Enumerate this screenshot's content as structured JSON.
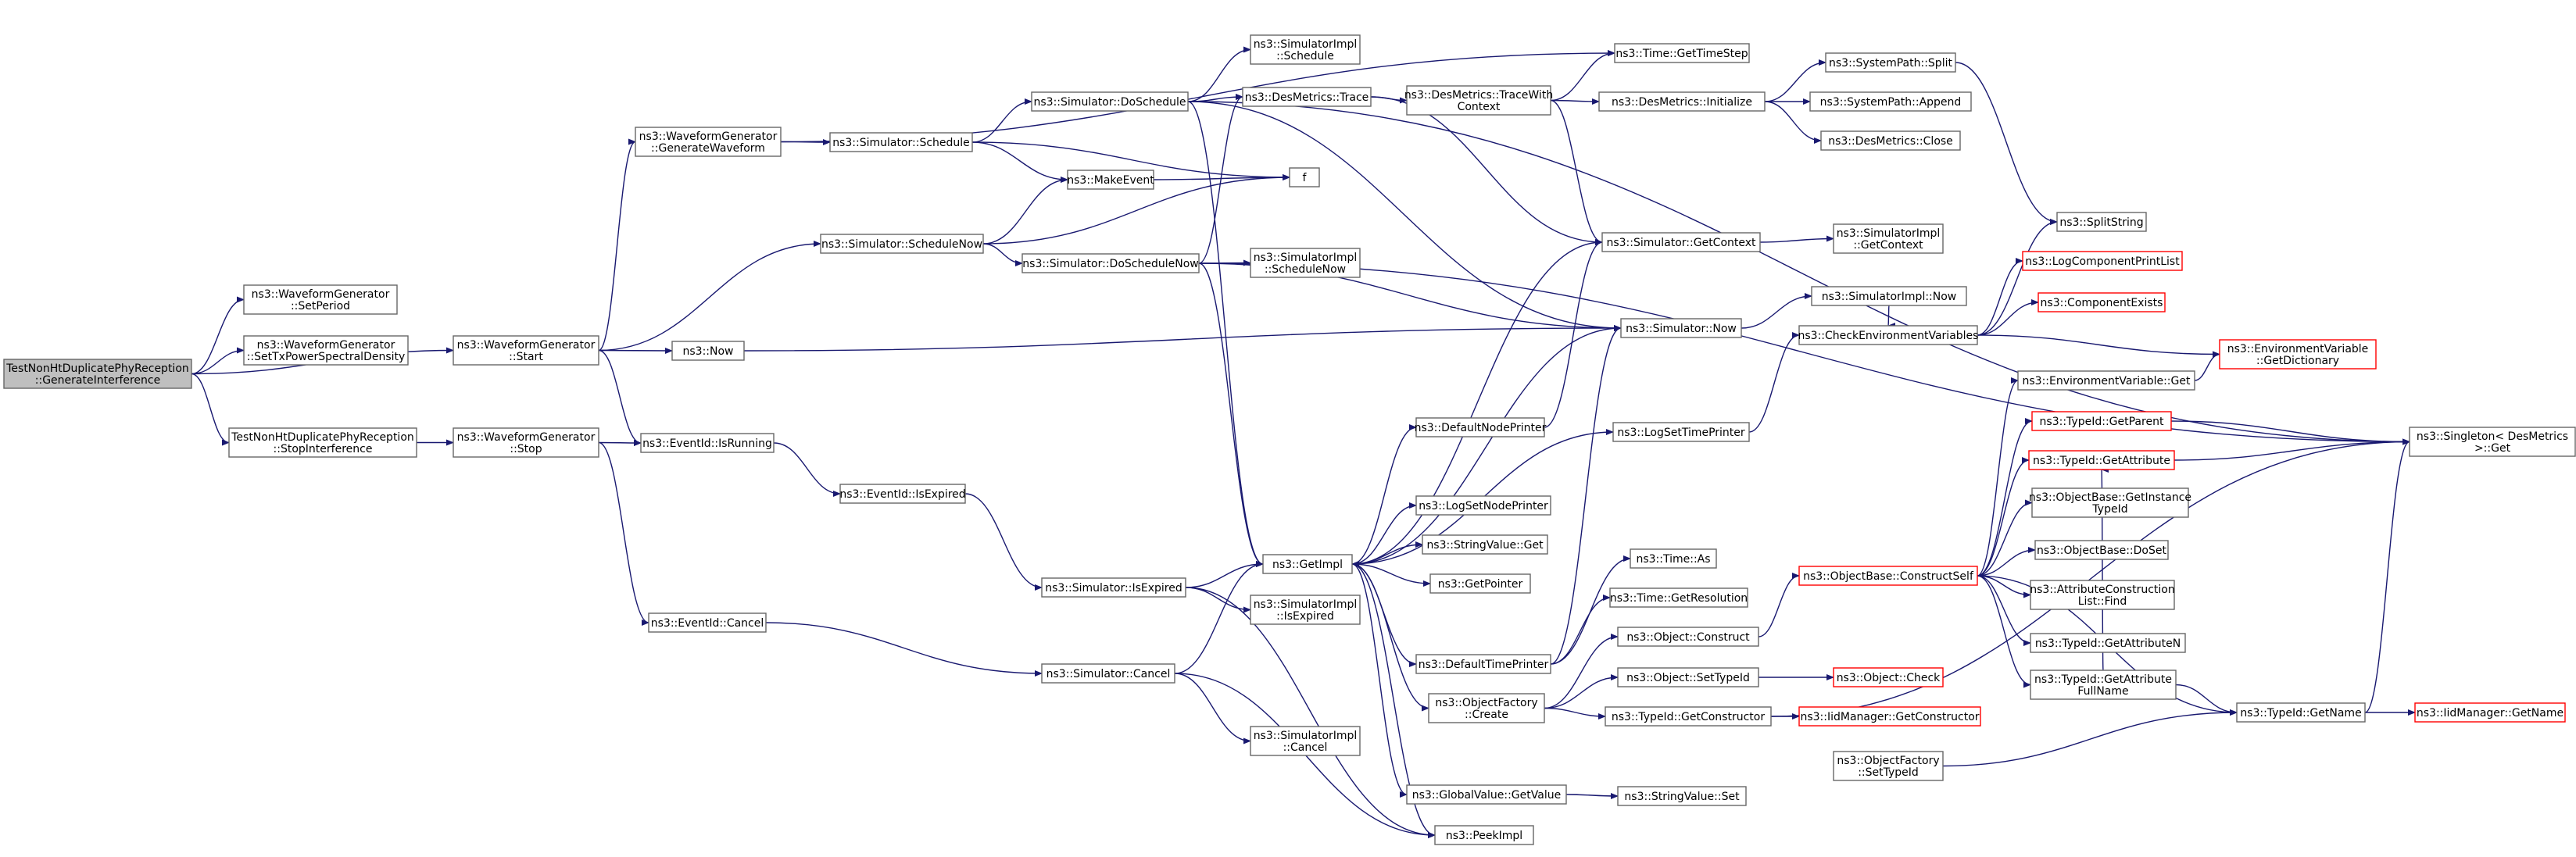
{
  "colors": {
    "edge": "#191970",
    "node_border": "#666666",
    "node_border_incomplete": "#ff0000",
    "root_fill": "#bfbfbf",
    "background": "#ffffff"
  },
  "nodes": [
    {
      "id": "root",
      "lines": [
        "TestNonHtDuplicatePhyReception",
        "::GenerateInterference"
      ],
      "root": true
    },
    {
      "id": "wg_setperiod",
      "lines": [
        "ns3::WaveformGenerator",
        "::SetPeriod"
      ]
    },
    {
      "id": "wg_settxpsd",
      "lines": [
        "ns3::WaveformGenerator",
        "::SetTxPowerSpectralDensity"
      ]
    },
    {
      "id": "stopint",
      "lines": [
        "TestNonHtDuplicatePhyReception",
        "::StopInterference"
      ]
    },
    {
      "id": "wg_start",
      "lines": [
        "ns3::WaveformGenerator",
        "::Start"
      ]
    },
    {
      "id": "wg_genwave",
      "lines": [
        "ns3::WaveformGenerator",
        "::GenerateWaveform"
      ]
    },
    {
      "id": "wg_stop",
      "lines": [
        "ns3::WaveformGenerator",
        "::Stop"
      ]
    },
    {
      "id": "now",
      "lines": [
        "ns3::Now"
      ]
    },
    {
      "id": "ev_isrunning",
      "lines": [
        "ns3::EventId::IsRunning"
      ]
    },
    {
      "id": "ev_cancel",
      "lines": [
        "ns3::EventId::Cancel"
      ]
    },
    {
      "id": "sim_schedule",
      "lines": [
        "ns3::Simulator::Schedule"
      ]
    },
    {
      "id": "sim_schedulenow",
      "lines": [
        "ns3::Simulator::ScheduleNow"
      ]
    },
    {
      "id": "ev_isexpired",
      "lines": [
        "ns3::EventId::IsExpired"
      ]
    },
    {
      "id": "sim_isexpired",
      "lines": [
        "ns3::Simulator::IsExpired"
      ]
    },
    {
      "id": "sim_cancel",
      "lines": [
        "ns3::Simulator::Cancel"
      ]
    },
    {
      "id": "sim_doschedule",
      "lines": [
        "ns3::Simulator::DoSchedule"
      ]
    },
    {
      "id": "makeevent",
      "lines": [
        "ns3::MakeEvent"
      ]
    },
    {
      "id": "sim_doschedulenow",
      "lines": [
        "ns3::Simulator::DoScheduleNow"
      ]
    },
    {
      "id": "simimpl_schedule",
      "lines": [
        "ns3::SimulatorImpl",
        "::Schedule"
      ]
    },
    {
      "id": "desm_trace",
      "lines": [
        "ns3::DesMetrics::Trace"
      ]
    },
    {
      "id": "f",
      "lines": [
        "f"
      ]
    },
    {
      "id": "simimpl_schedulenow",
      "lines": [
        "ns3::SimulatorImpl",
        "::ScheduleNow"
      ]
    },
    {
      "id": "getimpl",
      "lines": [
        "ns3::GetImpl"
      ]
    },
    {
      "id": "simimpl_isexpired",
      "lines": [
        "ns3::SimulatorImpl",
        "::IsExpired"
      ]
    },
    {
      "id": "simimpl_cancel",
      "lines": [
        "ns3::SimulatorImpl",
        "::Cancel"
      ]
    },
    {
      "id": "desm_tracewc",
      "lines": [
        "ns3::DesMetrics::TraceWith",
        "Context"
      ]
    },
    {
      "id": "defnodeprinter",
      "lines": [
        "ns3::DefaultNodePrinter"
      ]
    },
    {
      "id": "logsetnodeprinter",
      "lines": [
        "ns3::LogSetNodePrinter"
      ]
    },
    {
      "id": "strval_get",
      "lines": [
        "ns3::StringValue::Get"
      ]
    },
    {
      "id": "getpointer",
      "lines": [
        "ns3::GetPointer"
      ]
    },
    {
      "id": "deftimeprinter",
      "lines": [
        "ns3::DefaultTimePrinter"
      ]
    },
    {
      "id": "objfactory_create",
      "lines": [
        "ns3::ObjectFactory",
        "::Create"
      ]
    },
    {
      "id": "gv_getvalue",
      "lines": [
        "ns3::GlobalValue::GetValue"
      ]
    },
    {
      "id": "peekimpl",
      "lines": [
        "ns3::PeekImpl"
      ]
    },
    {
      "id": "time_gettimestep",
      "lines": [
        "ns3::Time::GetTimeStep"
      ]
    },
    {
      "id": "desm_init",
      "lines": [
        "ns3::DesMetrics::Initialize"
      ]
    },
    {
      "id": "sim_getcontext",
      "lines": [
        "ns3::Simulator::GetContext"
      ]
    },
    {
      "id": "sim_now",
      "lines": [
        "ns3::Simulator::Now"
      ]
    },
    {
      "id": "logsettimeprinter",
      "lines": [
        "ns3::LogSetTimePrinter"
      ]
    },
    {
      "id": "time_as",
      "lines": [
        "ns3::Time::As"
      ]
    },
    {
      "id": "time_getres",
      "lines": [
        "ns3::Time::GetResolution"
      ]
    },
    {
      "id": "obj_construct",
      "lines": [
        "ns3::Object::Construct"
      ]
    },
    {
      "id": "obj_settypeid",
      "lines": [
        "ns3::Object::SetTypeId"
      ]
    },
    {
      "id": "typeid_getctor",
      "lines": [
        "ns3::TypeId::GetConstructor"
      ]
    },
    {
      "id": "strval_set",
      "lines": [
        "ns3::StringValue::Set"
      ]
    },
    {
      "id": "sp_split",
      "lines": [
        "ns3::SystemPath::Split"
      ]
    },
    {
      "id": "sp_append",
      "lines": [
        "ns3::SystemPath::Append"
      ]
    },
    {
      "id": "desm_close",
      "lines": [
        "ns3::DesMetrics::Close"
      ]
    },
    {
      "id": "simimpl_getcontext",
      "lines": [
        "ns3::SimulatorImpl",
        "::GetContext"
      ]
    },
    {
      "id": "simimpl_now",
      "lines": [
        "ns3::SimulatorImpl::Now"
      ]
    },
    {
      "id": "checkenv",
      "lines": [
        "ns3::CheckEnvironmentVariables"
      ]
    },
    {
      "id": "envvar_get",
      "lines": [
        "ns3::EnvironmentVariable::Get"
      ]
    },
    {
      "id": "objbase_constructself",
      "lines": [
        "ns3::ObjectBase::ConstructSelf"
      ],
      "red": true
    },
    {
      "id": "obj_check",
      "lines": [
        "ns3::Object::Check"
      ],
      "red": true
    },
    {
      "id": "iidmgr_getctor",
      "lines": [
        "ns3::IidManager::GetConstructor"
      ],
      "red": true
    },
    {
      "id": "objfactory_settypeid",
      "lines": [
        "ns3::ObjectFactory",
        "::SetTypeId"
      ]
    },
    {
      "id": "splitstring",
      "lines": [
        "ns3::SplitString"
      ]
    },
    {
      "id": "logcomplist",
      "lines": [
        "ns3::LogComponentPrintList"
      ],
      "red": true
    },
    {
      "id": "compexists",
      "lines": [
        "ns3::ComponentExists"
      ],
      "red": true
    },
    {
      "id": "typeid_getparent",
      "lines": [
        "ns3::TypeId::GetParent"
      ],
      "red": true
    },
    {
      "id": "typeid_getattr",
      "lines": [
        "ns3::TypeId::GetAttribute"
      ],
      "red": true
    },
    {
      "id": "objbase_getinsttid",
      "lines": [
        "ns3::ObjectBase::GetInstance",
        "TypeId"
      ]
    },
    {
      "id": "objbase_doset",
      "lines": [
        "ns3::ObjectBase::DoSet"
      ]
    },
    {
      "id": "attrcons_find",
      "lines": [
        "ns3::AttributeConstruction",
        "List::Find"
      ]
    },
    {
      "id": "typeid_getattrn",
      "lines": [
        "ns3::TypeId::GetAttributeN"
      ]
    },
    {
      "id": "typeid_getattrfull",
      "lines": [
        "ns3::TypeId::GetAttribute",
        "FullName"
      ]
    },
    {
      "id": "typeid_getname",
      "lines": [
        "ns3::TypeId::GetName"
      ]
    },
    {
      "id": "envvar_getdict",
      "lines": [
        "ns3::EnvironmentVariable",
        "::GetDictionary"
      ],
      "red": true
    },
    {
      "id": "singleton_get",
      "lines": [
        "ns3::Singleton< DesMetrics",
        " >::Get"
      ]
    },
    {
      "id": "iidmgr_getname",
      "lines": [
        "ns3::IidManager::GetName"
      ],
      "red": true
    }
  ],
  "edges": [
    [
      "root",
      "wg_setperiod"
    ],
    [
      "root",
      "wg_settxpsd"
    ],
    [
      "root",
      "wg_start"
    ],
    [
      "root",
      "stopint"
    ],
    [
      "wg_start",
      "wg_genwave"
    ],
    [
      "wg_start",
      "sim_schedulenow"
    ],
    [
      "wg_start",
      "now"
    ],
    [
      "wg_start",
      "ev_isrunning"
    ],
    [
      "stopint",
      "wg_stop"
    ],
    [
      "wg_stop",
      "ev_isrunning"
    ],
    [
      "wg_stop",
      "ev_cancel"
    ],
    [
      "wg_genwave",
      "sim_schedule"
    ],
    [
      "wg_genwave",
      "time_gettimestep"
    ],
    [
      "sim_schedule",
      "sim_doschedule"
    ],
    [
      "sim_schedule",
      "makeevent"
    ],
    [
      "sim_schedule",
      "f"
    ],
    [
      "sim_schedulenow",
      "makeevent"
    ],
    [
      "sim_schedulenow",
      "f"
    ],
    [
      "sim_schedulenow",
      "sim_doschedulenow"
    ],
    [
      "makeevent",
      "f"
    ],
    [
      "sim_doschedule",
      "simimpl_schedule"
    ],
    [
      "sim_doschedule",
      "desm_trace"
    ],
    [
      "sim_doschedule",
      "getimpl"
    ],
    [
      "sim_doschedule",
      "sim_now"
    ],
    [
      "sim_doschedule",
      "singleton_get"
    ],
    [
      "sim_doschedulenow",
      "simimpl_schedulenow"
    ],
    [
      "sim_doschedulenow",
      "desm_trace"
    ],
    [
      "sim_doschedulenow",
      "getimpl"
    ],
    [
      "sim_doschedulenow",
      "sim_now"
    ],
    [
      "sim_doschedulenow",
      "singleton_get"
    ],
    [
      "now",
      "sim_now"
    ],
    [
      "ev_isrunning",
      "ev_isexpired"
    ],
    [
      "ev_isexpired",
      "sim_isexpired"
    ],
    [
      "sim_isexpired",
      "getimpl"
    ],
    [
      "sim_isexpired",
      "simimpl_isexpired"
    ],
    [
      "sim_isexpired",
      "peekimpl"
    ],
    [
      "ev_cancel",
      "sim_cancel"
    ],
    [
      "sim_cancel",
      "getimpl"
    ],
    [
      "sim_cancel",
      "simimpl_cancel"
    ],
    [
      "sim_cancel",
      "peekimpl"
    ],
    [
      "desm_trace",
      "desm_tracewc"
    ],
    [
      "desm_trace",
      "sim_getcontext"
    ],
    [
      "desm_tracewc",
      "time_gettimestep"
    ],
    [
      "desm_tracewc",
      "desm_init"
    ],
    [
      "desm_tracewc",
      "sim_getcontext"
    ],
    [
      "desm_init",
      "sp_split"
    ],
    [
      "desm_init",
      "sp_append"
    ],
    [
      "desm_init",
      "desm_close"
    ],
    [
      "sp_split",
      "splitstring"
    ],
    [
      "sim_getcontext",
      "simimpl_getcontext"
    ],
    [
      "sim_getcontext",
      "getimpl"
    ],
    [
      "sim_now",
      "simimpl_now"
    ],
    [
      "sim_now",
      "getimpl"
    ],
    [
      "getimpl",
      "defnodeprinter"
    ],
    [
      "getimpl",
      "logsetnodeprinter"
    ],
    [
      "getimpl",
      "strval_get"
    ],
    [
      "getimpl",
      "getpointer"
    ],
    [
      "getimpl",
      "deftimeprinter"
    ],
    [
      "getimpl",
      "objfactory_create"
    ],
    [
      "getimpl",
      "gv_getvalue"
    ],
    [
      "getimpl",
      "peekimpl"
    ],
    [
      "getimpl",
      "logsettimeprinter"
    ],
    [
      "defnodeprinter",
      "sim_getcontext"
    ],
    [
      "deftimeprinter",
      "sim_now"
    ],
    [
      "deftimeprinter",
      "time_as"
    ],
    [
      "deftimeprinter",
      "time_getres"
    ],
    [
      "logsettimeprinter",
      "checkenv"
    ],
    [
      "objfactory_create",
      "obj_construct"
    ],
    [
      "objfactory_create",
      "obj_settypeid"
    ],
    [
      "objfactory_create",
      "typeid_getctor"
    ],
    [
      "obj_construct",
      "objbase_constructself"
    ],
    [
      "obj_settypeid",
      "obj_check"
    ],
    [
      "typeid_getctor",
      "iidmgr_getctor"
    ],
    [
      "typeid_getctor",
      "singleton_get"
    ],
    [
      "gv_getvalue",
      "strval_set"
    ],
    [
      "simimpl_now",
      "checkenv"
    ],
    [
      "checkenv",
      "splitstring"
    ],
    [
      "checkenv",
      "logcomplist"
    ],
    [
      "checkenv",
      "compexists"
    ],
    [
      "checkenv",
      "envvar_getdict"
    ],
    [
      "envvar_get",
      "envvar_getdict"
    ],
    [
      "objbase_constructself",
      "envvar_get"
    ],
    [
      "objbase_constructself",
      "typeid_getparent"
    ],
    [
      "objbase_constructself",
      "typeid_getattr"
    ],
    [
      "objbase_constructself",
      "objbase_getinsttid"
    ],
    [
      "objbase_constructself",
      "objbase_doset"
    ],
    [
      "objbase_constructself",
      "attrcons_find"
    ],
    [
      "objbase_constructself",
      "typeid_getattrn"
    ],
    [
      "objbase_constructself",
      "typeid_getattrfull"
    ],
    [
      "objbase_constructself",
      "typeid_getname"
    ],
    [
      "typeid_getparent",
      "singleton_get"
    ],
    [
      "typeid_getattr",
      "singleton_get"
    ],
    [
      "typeid_getattrfull",
      "typeid_getattr"
    ],
    [
      "typeid_getattrfull",
      "typeid_getname"
    ],
    [
      "typeid_getname",
      "singleton_get"
    ],
    [
      "typeid_getname",
      "iidmgr_getname"
    ],
    [
      "objfactory_settypeid",
      "typeid_getname"
    ]
  ]
}
